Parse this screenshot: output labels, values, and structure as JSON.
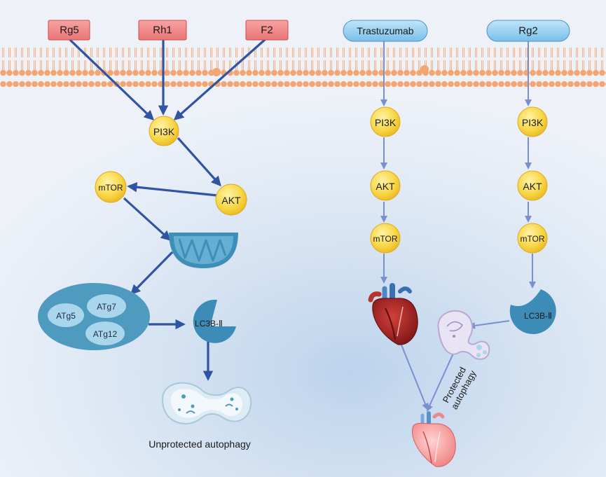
{
  "diagram": {
    "left_pathway": {
      "compounds": [
        "Rg5",
        "Rh1",
        "F2"
      ],
      "pi3k": "PI3K",
      "akt": "AKT",
      "mtor": "mTOR",
      "complex": [
        "ATg5",
        "ATg7",
        "ATg12"
      ],
      "lc3b": "LC3B-Ⅱ",
      "outcome": "Unprotected autophagy"
    },
    "middle_pathway": {
      "drug": "Trastuzumab",
      "pi3k": "PI3K",
      "akt": "AKT",
      "mtor": "mTOR"
    },
    "right_pathway": {
      "compound": "Rg2",
      "pi3k": "PI3K",
      "akt": "AKT",
      "mtor": "mTOR",
      "lc3b": "LC3B-Ⅱ"
    },
    "protected_label": [
      "Protected",
      "autophagy"
    ]
  },
  "colors": {
    "compound_box": "#f08a8a",
    "drug_box": "#8ccbef",
    "node_yellow": "#f7d64a",
    "membrane": "#f4a976",
    "arrow_dark": "#2f54a3",
    "arrow_light": "#7a8fd0",
    "teal": "#4f9bbf"
  }
}
